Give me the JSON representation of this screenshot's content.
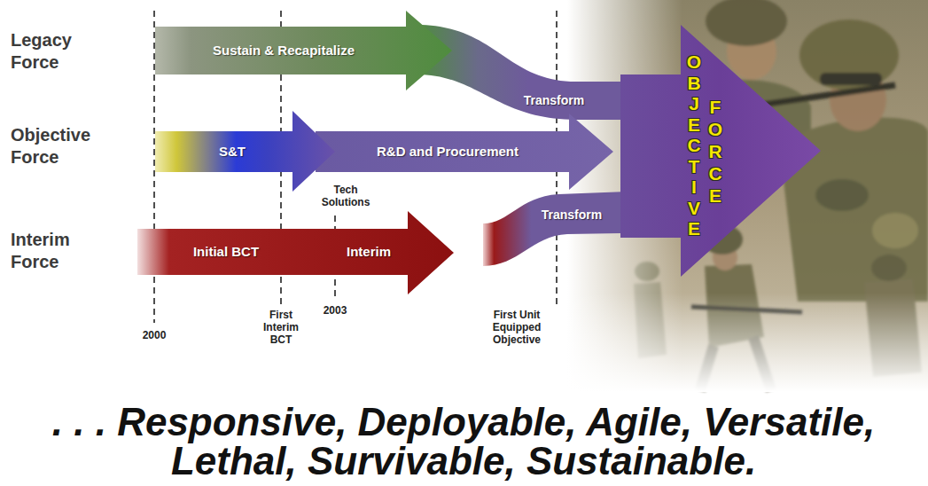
{
  "diagram": {
    "caption": ". . . Responsive, Deployable, Agile, Versatile, Lethal, Survivable, Sustainable.",
    "nodes": [
      {
        "text": [
          "Sustain & Recapitalize"
        ]
      },
      {
        "text": [
          "Transform"
        ]
      },
      {
        "text": [
          "S&T"
        ]
      },
      {
        "text": [
          "R&D and Procurement"
        ]
      },
      {
        "text": [
          "Initial BCT",
          "Interim"
        ]
      },
      {
        "text": [
          "Transform"
        ]
      },
      {
        "text": [
          "OBJECTIVE",
          "FORCE"
        ]
      }
    ],
    "labels": [
      "Legacy Force",
      "Objective Force",
      "Interim Force",
      "Tech Solutions",
      "2000",
      "First Interim BCT",
      "2003",
      "First Unit Equipped Objective"
    ]
  }
}
